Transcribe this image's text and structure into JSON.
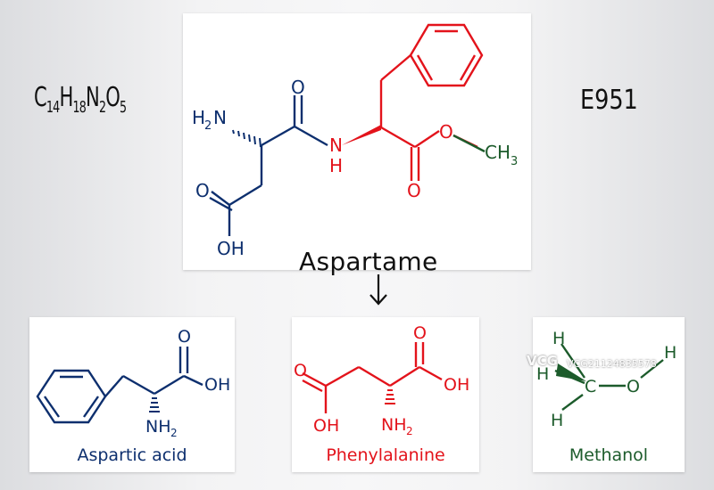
{
  "formula": {
    "c": "C",
    "c_count": "14",
    "h": "H",
    "h_count": "18",
    "n": "N",
    "n_count": "2",
    "o": "O",
    "o_count": "5"
  },
  "e_number": "E951",
  "main": {
    "title": "Aspartame",
    "labels": {
      "amine": "H",
      "amine_sub": "2",
      "amine_n": "N",
      "o_top": "O",
      "nh_n": "N",
      "nh_h": "H",
      "o_ester": "O",
      "o_carbonyl": "O",
      "methyl": "CH",
      "methyl_sub": "3",
      "o_acid": "O",
      "oh": "OH"
    }
  },
  "products": {
    "aspartic": {
      "caption": "Aspartic acid",
      "o": "O",
      "oh": "OH",
      "nh2": "NH",
      "nh2_sub": "2"
    },
    "phenyl": {
      "caption": "Phenylalanine",
      "o": "O",
      "o_left": "O",
      "oh_right": "OH",
      "oh_bottom": "OH",
      "nh2": "NH",
      "nh2_sub": "2"
    },
    "methanol": {
      "caption": "Methanol",
      "h1": "H",
      "h2": "H",
      "h3": "H",
      "h4": "H",
      "c": "C",
      "o": "O"
    }
  },
  "watermark": {
    "logo": "VCG",
    "code": "VCG21124835578"
  },
  "colors": {
    "navy": "#0d2f6e",
    "red": "#e3131b",
    "green": "#1c5b2b",
    "black": "#111111"
  }
}
